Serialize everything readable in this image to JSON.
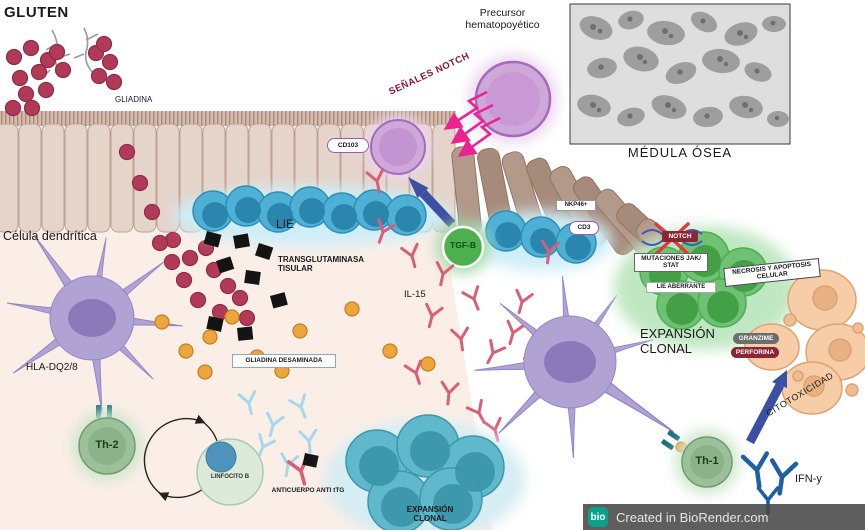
{
  "colors": {
    "background_pink": "#fbeee7",
    "epithelium": "#e4d4ca",
    "epithelium_brush": "#d4bcae",
    "epithelium_damaged": "#b3998a",
    "lie_cell_blue": "#4fb0d6",
    "lie_aberrant_green": "#6fc173",
    "dendritic_purple": "#b0a3d4",
    "th_cell_green": "#9cc09a",
    "gliadin_red": "#b23a59",
    "deamidated_orange": "#eda63d",
    "il15_pink": "#d95f76",
    "antibody_light_blue": "#a6d8ec",
    "ifn_navy": "#1f5fa3",
    "tgfb_green": "#4db04f",
    "notch_signal_pink": "#ec2290",
    "arrow_navy": "#3c4fa3",
    "granzime_gray": "#6d6d6d",
    "perforina_maroon": "#8b2635",
    "apoptotic_peach": "#f6cda6",
    "biorender_teal": "#0aa08e"
  },
  "labels": {
    "gluten": "GLUTEN",
    "gliadina": "GLIADINA",
    "precursor_hematopoyetico": "Precursor hematopoyético",
    "senales_notch": "SEÑALES NOTCH",
    "medula_osea": "MÉDULA ÓSEA",
    "cd103": "CD103",
    "lie": "LIE",
    "celula_dendritica": "Célula dendrítica",
    "transglutaminasa_tisular": "TRANSGLUTAMINASA TISULAR",
    "il15": "IL-15",
    "tgfb": "TGF-B",
    "nkp46": "NKP46+",
    "cd3": "CD3",
    "notch": "NOTCH",
    "mutaciones_jak_stat": "MUTACIONES JAK/ STAT",
    "lie_aberrante": "LIE ABERRANTE",
    "expansion_clonal_derecha": "EXPANSIÓN CLONAL",
    "necrosis_apoptosis": "NECROSIS Y APOPTOSIS CELULAR",
    "granzime": "GRANZIME",
    "perforina": "PERFORINA",
    "hla_dq28": "HLA-DQ2/8",
    "th2": "Th-2",
    "linfocito_b": "LINFOCITO B",
    "anticuerpo_anti_ttg": "ANTICUERPO ANTI tTG",
    "gliadina_desaminada": "GLIADINA DESAMINADA",
    "expansion_clonal_inferior": "EXPANSIÓN CLONAL",
    "th1": "Th-1",
    "ifn_y": "IFN-y",
    "citotoxicidad": "CITOTOXICIDAD"
  },
  "footer": {
    "credit": "Created in BioRender.com",
    "logo": "bio"
  }
}
